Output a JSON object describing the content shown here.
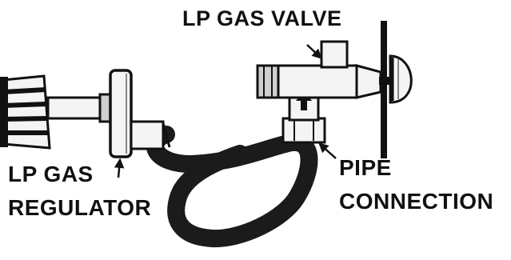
{
  "labels": {
    "valve": "LP GAS VALVE",
    "regulator_line1": "LP GAS",
    "regulator_line2": "REGULATOR",
    "pipe_line1": "PIPE",
    "pipe_line2": "CONNECTION"
  },
  "colors": {
    "ink": "#111111",
    "hose": "#1b1b1b",
    "metal_light": "#f4f4f4",
    "metal_shade": "#cfcfcf",
    "background": "#ffffff"
  }
}
